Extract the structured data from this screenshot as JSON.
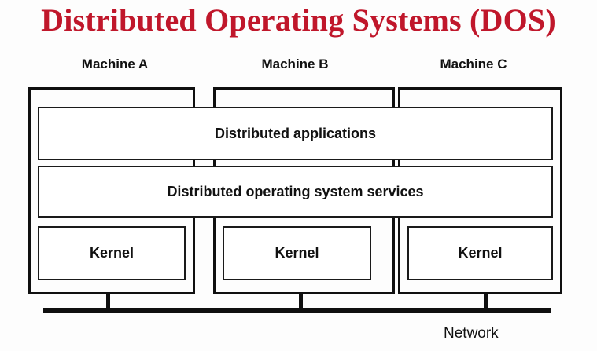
{
  "title": "Distributed Operating Systems (DOS)",
  "colors": {
    "title": "#c0172b",
    "stroke": "#101010",
    "background": "#fdfdfd",
    "text": "#111111"
  },
  "machines": [
    {
      "label": "Machine A",
      "kernel": "Kernel"
    },
    {
      "label": "Machine B",
      "kernel": "Kernel"
    },
    {
      "label": "Machine C",
      "kernel": "Kernel"
    }
  ],
  "layers": [
    {
      "name": "applications",
      "label": "Distributed applications"
    },
    {
      "name": "services",
      "label": "Distributed operating system services"
    }
  ],
  "network": {
    "label": "Network"
  }
}
